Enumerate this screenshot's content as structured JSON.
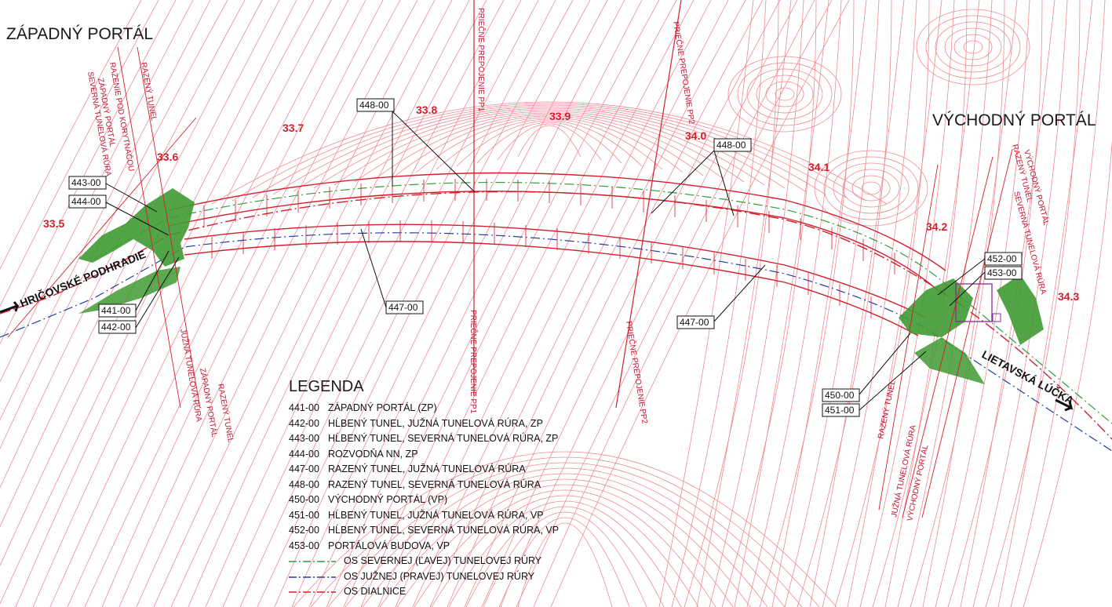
{
  "titles": {
    "west": "ZÁPADNÝ PORTÁL",
    "east": "VÝCHODNÝ PORTÁL"
  },
  "towns": {
    "west": "HRIČOVSKÉ PODHRADIE",
    "east": "LIETAVSKÁ LÚČKA"
  },
  "chainage_markers": [
    "33.5",
    "33.6",
    "33.7",
    "33.8",
    "33.9",
    "34.0",
    "34.1",
    "34.2",
    "34.3"
  ],
  "tag_boxes": {
    "b443": "443-00",
    "b444": "444-00",
    "b441": "441-00",
    "b442": "442-00",
    "b448a": "448-00",
    "b448b": "448-00",
    "b447a": "447-00",
    "b447b": "447-00",
    "b452": "452-00",
    "b453": "453-00",
    "b450": "450-00",
    "b451": "451-00"
  },
  "vertical_labels": {
    "pp1_top": "PRIEČNE PREPOJENIE PP1",
    "pp1_bottom": "PRIEČNE PREPOJENIE PP1",
    "pp2_top": "PRIEČNE PREPOJENIE PP2",
    "pp2_bottom": "PRIEČNE PREPOJENIE PP2",
    "west_razeny": "RAZENÝ TUNEL",
    "west_razenie": "RAZENIE POD KORYTNAČOU",
    "west_portal": "ZÁPADNÝ PORTÁL",
    "west_sev": "SEVERNÁ TUNELOVÁ RÚRA",
    "west_juz": "JUŽNÁ TUNELOVÁ RÚRA",
    "west_portal_b": "ZÁPADNÝ PORTÁL",
    "west_razeny_b": "RAZENÝ TUNEL",
    "east_razeny": "RAZENÝ TUNEL",
    "east_portal": "VÝCHODNÝ PORTÁL",
    "east_sev": "SEVERNÁ TUNELOVÁ RÚRA",
    "east_razeny_b": "RAZENÝ TUNEL",
    "east_juz": "JUŽNÁ TUNELOVÁ RÚRA",
    "east_portal_b": "VÝCHODNÝ PORTÁL"
  },
  "legend": {
    "title": "LEGENDA",
    "items": [
      {
        "code": "441-00",
        "text": "ZÁPADNÝ PORTÁL (ZP)"
      },
      {
        "code": "442-00",
        "text": "HĹBENÝ TUNEL, JUŽNÁ TUNELOVÁ RÚRA, ZP"
      },
      {
        "code": "443-00",
        "text": "HĹBENÝ TUNEL, SEVERNÁ TUNELOVÁ RÚRA, ZP"
      },
      {
        "code": "444-00",
        "text": "ROZVODŇA NN, ZP"
      },
      {
        "code": "447-00",
        "text": "RAZENÝ TUNEL, JUŽNÁ TUNELOVÁ RÚRA"
      },
      {
        "code": "448-00",
        "text": "RAZENÝ TUNEL, SEVERNÁ TUNELOVÁ RÚRA"
      },
      {
        "code": "450-00",
        "text": "VÝCHODNÝ PORTÁL (VP)"
      },
      {
        "code": "451-00",
        "text": "HĹBENÝ TUNEL, JUŽNÁ TUNELOVÁ RÚRA, VP"
      },
      {
        "code": "452-00",
        "text": "HĹBENÝ TUNEL, SEVERNÁ TUNELOVÁ RÚRA, VP"
      },
      {
        "code": "453-00",
        "text": "PORTÁLOVÁ BUDOVA, VP"
      }
    ],
    "lines": [
      {
        "text": "OS SEVERNEJ (ĽAVEJ) TUNELOVEJ RÚRY",
        "color": "#2e9e3a"
      },
      {
        "text": "OS JUŽNEJ (PRAVEJ) TUNELOVEJ RÚRY",
        "color": "#1f3fa6"
      },
      {
        "text": "OS DIALNICE",
        "color": "#d21f2d"
      }
    ]
  },
  "colors": {
    "contour": "#e8707a",
    "tunnel": "#d21f2d",
    "green": "#2e9e3a",
    "blue": "#1f3fa6",
    "purple": "#8a2a9a",
    "portal_fill": "#3f9a33"
  }
}
